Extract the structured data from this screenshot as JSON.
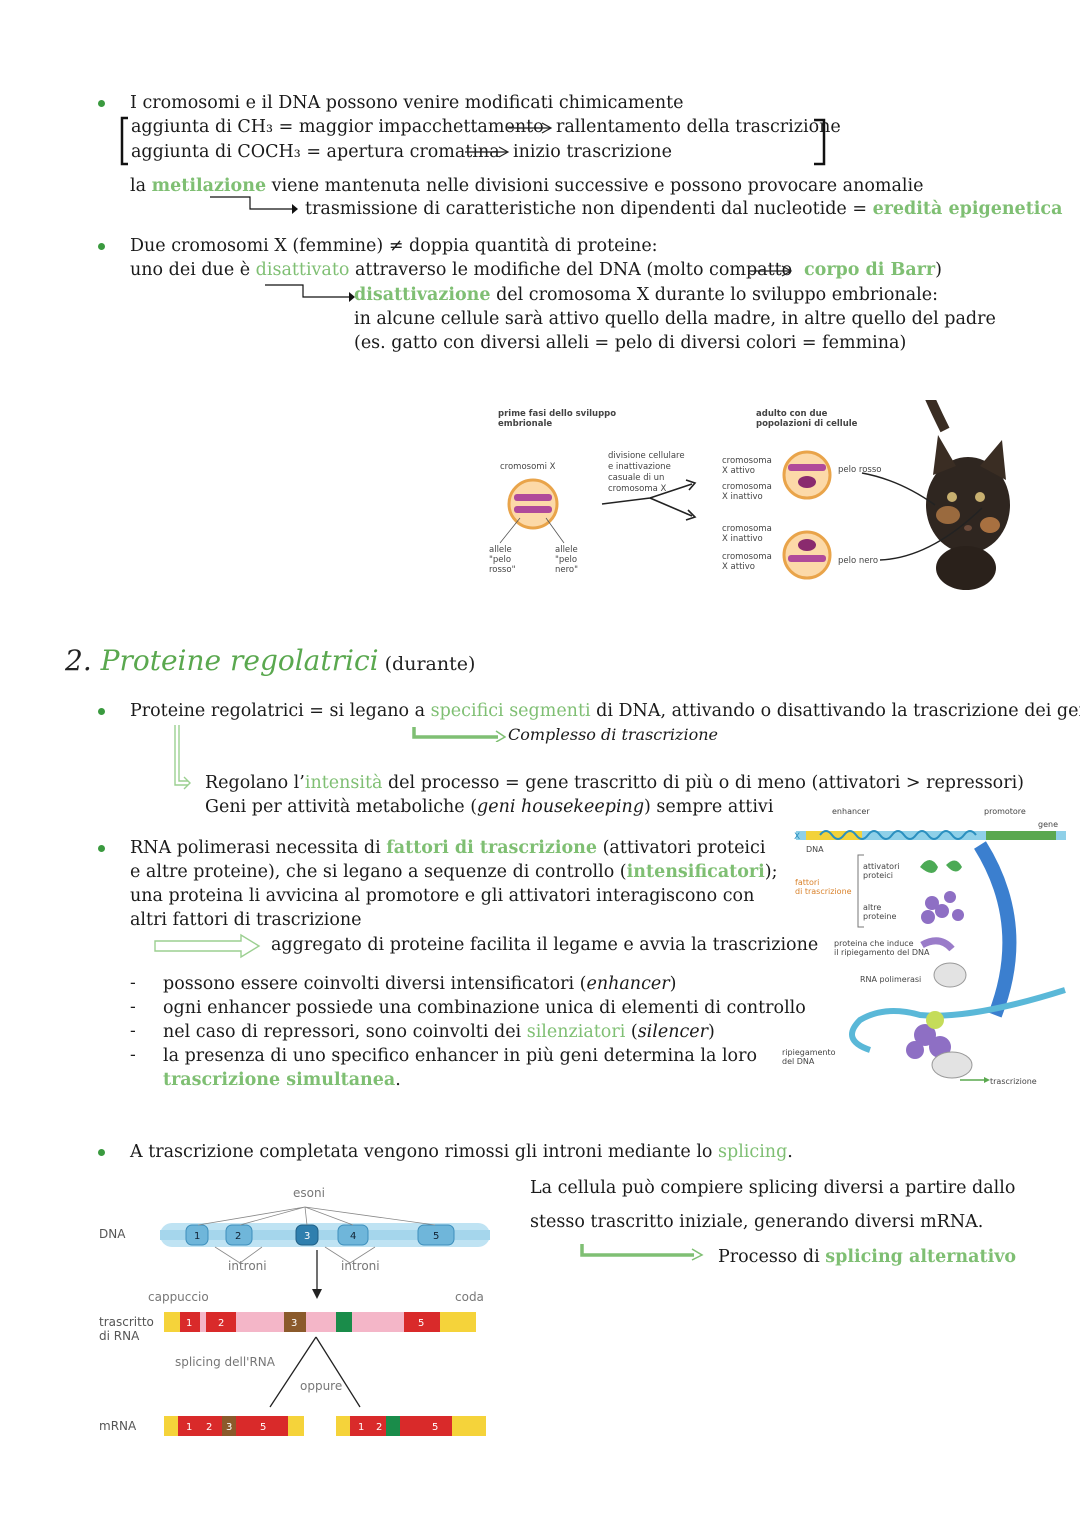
{
  "section1": {
    "b1": {
      "line1": "I cromosomi e il DNA possono venire modificati chimicamente",
      "r1_left": "aggiunta di CH₃ = maggior impacchettamento",
      "r1_right": "rallentamento della trascrizione",
      "r2_left": "aggiunta di COCH₃ = apertura cromatina",
      "r2_right": "inizio trascrizione",
      "m_pre": "la ",
      "m_green": "metilazione",
      "m_post": " viene mantenuta nelle divisioni successive e possono provocare anomalie",
      "t_pre": "trasmissione di caratteristiche non dipendenti dal nucleotide = ",
      "t_green": "eredità epigenetica"
    },
    "b2": {
      "line1": "Due cromosomi X (femmine) ≠ doppia quantità di proteine:",
      "l2_pre": "uno dei due è ",
      "l2_green": "disattivato",
      "l2_mid": " attraverso le modifiche del DNA (molto compatto",
      "l2_green2": "corpo di Barr",
      "l2_post": ")",
      "l3_green": "disattivazione",
      "l3_post": " del cromosoma X durante lo sviluppo embrionale:",
      "l4": "in alcune cellule sarà attivo quello della madre, in altre quello del padre",
      "l5": "(es. gatto con diversi alleli = pelo di diversi colori = femmina)"
    },
    "figX": {
      "h_left": "prime fasi dello sviluppo embrionale",
      "h_left1": "prime fasi dello sviluppo",
      "h_left2": "embrionale",
      "h_right1": "adulto con due",
      "h_right2": "popolazioni di cellule",
      "crom_x": "cromosomi X",
      "div1": "divisione cellulare",
      "div2": "e inattivazione",
      "div3": "casuale di un",
      "div4": "cromosoma X",
      "a_rosso1": "allele",
      "a_rosso2": "\"pelo",
      "a_rosso3": "rosso\"",
      "a_nero1": "allele",
      "a_nero2": "\"pelo",
      "a_nero3": "nero\"",
      "c1a": "cromosoma",
      "c1b": "X attivo",
      "c2a": "cromosoma",
      "c2b": "X inattivo",
      "c3a": "cromosoma",
      "c3b": "X inattivo",
      "c4a": "cromosoma",
      "c4b": "X attivo",
      "pelo_rosso": "pelo rosso",
      "pelo_nero": "pelo nero"
    }
  },
  "section2": {
    "num": "2. ",
    "title": "Proteine regolatrici",
    "subtitle": " (durante)",
    "p1_pre": "Proteine regolatrici = si legano a ",
    "p1_green": "specifici segmenti",
    "p1_post": " di DNA, attivando o disattivando la trascrizione dei geni",
    "complesso": "Complesso di trascrizione",
    "reg_pre": "Regolano l’",
    "reg_green": "intensità",
    "reg_post": " del processo = gene trascritto di più o di meno (attivatori > repressori)",
    "geni_pre": "Geni per attività metaboliche (",
    "geni_it": "geni housekeeping",
    "geni_post": ") sempre attivi",
    "rna1_pre": "RNA polimerasi necessita di ",
    "rna1_green": "fattori di trascrizione",
    "rna1_post": " (attivatori proteici",
    "rna2_pre": "e altre proteine), che si legano a sequenze di controllo (",
    "rna2_green": "intensificatori",
    "rna2_post": ");",
    "rna3": "una proteina li avvicina al promotore e gli attivatori interagiscono con",
    "rna4": "altri fattori di trascrizione",
    "aggregato": "aggregato di proteine facilita il legame e avvia la trascrizione",
    "d1_pre": "possono essere coinvolti diversi intensificatori (",
    "d1_it": "enhancer",
    "d1_post": ")",
    "d2": "ogni enhancer possiede una combinazione unica di elementi di controllo",
    "d3_pre": "nel caso di repressori, sono coinvolti dei ",
    "d3_green": "silenziatori",
    "d3_mid": " (",
    "d3_it": "silencer",
    "d3_post": ")",
    "d4": "la presenza di uno specifico enhancer in più geni determina la loro",
    "d4b_green": "trascrizione simultanea",
    "d4b_post": ".",
    "sp_pre": "A trascrizione completata vengono rimossi gli introni mediante lo ",
    "sp_green": "splicing",
    "sp_post": ".",
    "alt1": "La cellula può compiere splicing diversi a partire dallo",
    "alt2": "stesso trascritto iniziale, generando diversi mRNA.",
    "alt3_pre": "Processo di ",
    "alt3_green": "splicing alternativo"
  },
  "figEnh": {
    "enhancer": "enhancer",
    "promotore": "promotore",
    "gene": "gene",
    "dna": "DNA",
    "fattori1": "fattori",
    "fattori2": "di trascrizione",
    "att1": "attivatori",
    "att2": "proteici",
    "altre1": "altre",
    "altre2": "proteine",
    "prot1": "proteina che induce",
    "prot2": "il ripiegamento del DNA",
    "rnapol": "RNA polimerasi",
    "rip1": "ripiegamento",
    "rip2": "del DNA",
    "trascrizione": "trascrizione"
  },
  "figSplice": {
    "esoni": "esoni",
    "dna": "DNA",
    "introni1": "introni",
    "introni2": "introni",
    "cappuccio": "cappuccio",
    "coda": "coda",
    "trascritto1": "trascritto",
    "trascritto2": "di RNA",
    "splicing": "splicing dell'RNA",
    "oppure": "oppure",
    "mrna": "mRNA",
    "e1": "1",
    "e2": "2",
    "e3": "3",
    "e4": "4",
    "e5": "5"
  },
  "colors": {
    "green_text": "#7fbf73",
    "bullet": "#3a9a3f",
    "title_green": "#5aa84f"
  }
}
